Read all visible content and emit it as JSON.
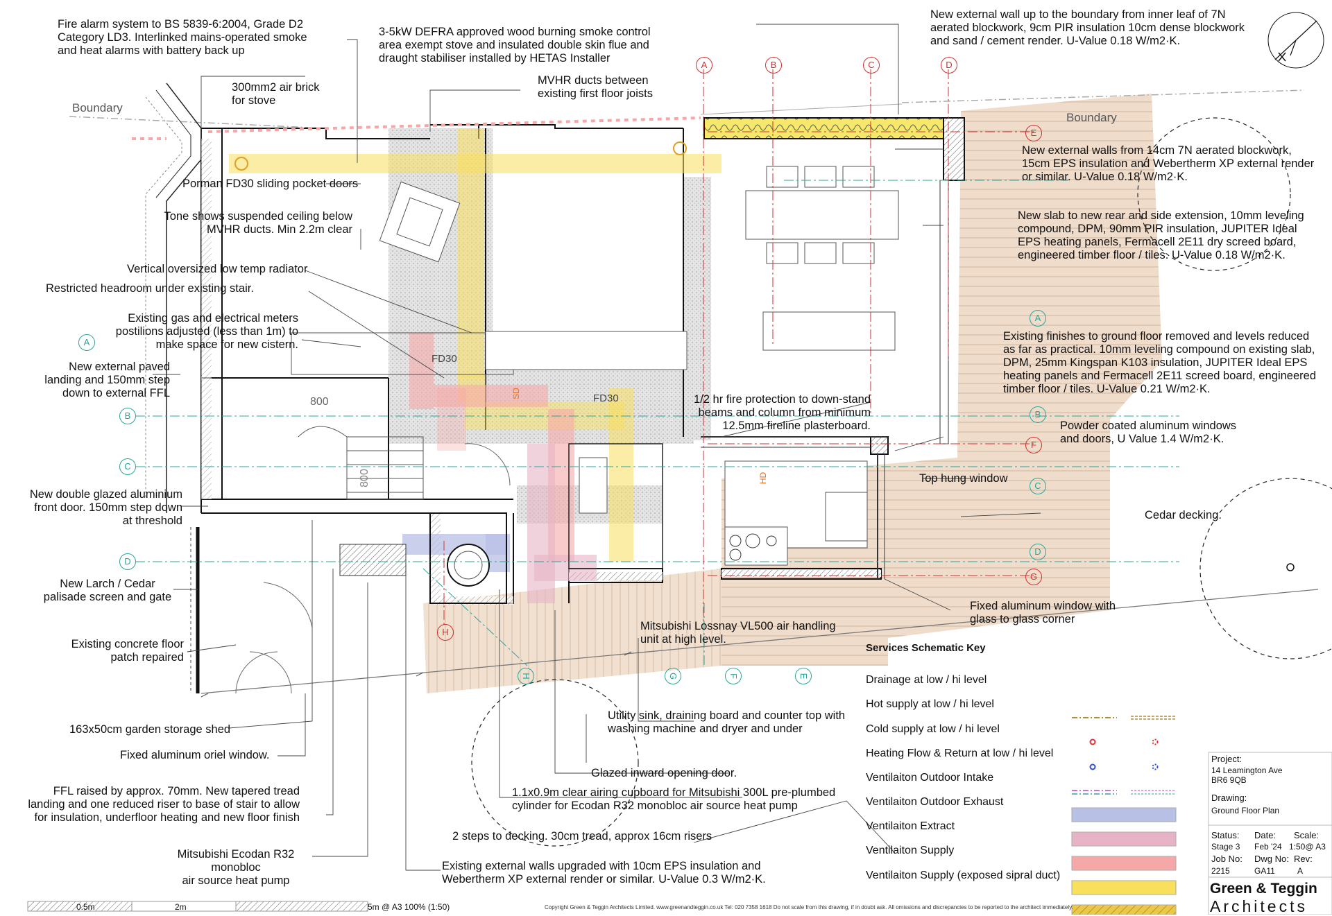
{
  "notes": {
    "fire_alarm": "Fire alarm system to BS 5839-6:2004, Grade D2\nCategory LD3. Interlinked mains-operated smoke\nand heat alarms with battery back up",
    "air_brick": "300mm2 air brick\nfor stove",
    "boundary_left": "Boundary",
    "stove": "3-5kW DEFRA approved wood burning smoke control\narea exempt stove and insulated double skin flue and\ndraught stabiliser installed by HETAS Installer",
    "mvhr_ducts": "MVHR ducts between\nexisting first floor joists",
    "new_external_wall": "New external wall up to the boundary from inner leaf of 7N\naerated blockwork, 9cm PIR insulation 10cm dense blockwork\nand sand / cement render.  U-Value 0.18 W/m2·K.",
    "boundary_right": "Boundary",
    "porman_doors": "Porman FD30 sliding pocket doors",
    "tone_ceiling": "Tone shows suspended ceiling below\nMVHR ducts. Min 2.2m clear",
    "new_walls_eps": "New external walls from 14cm 7N aerated blockwork,\n15cm EPS insulation and Webertherm XP external render\nor similar.  U-Value 0.18 W/m2·K.",
    "new_slab": "New slab to new rear and side extension, 10mm leveling\ncompound, DPM, 90mm PIR insulation, JUPITER Ideal\nEPS heating panels, Fermacell 2E11 dry screed board,\nengineered timber floor / tiles. U-Value 0.18 W/m2·K.",
    "radiator": "Vertical oversized low temp radiator",
    "restricted_headroom": "Restricted headroom under existing stair.",
    "meters": "Existing gas and electrical meters\npostilions adjusted (less than 1m) to\nmake space for new cistern.",
    "existing_finishes": "Existing finishes to ground floor removed and levels reduced\nas far as practical. 10mm leveling compound on existing slab,\nDPM, 25mm Kingspan K103 insulation, JUPITER Ideal EPS\nheating panels and Fermacell 2E11 screed board, engineered\ntimber floor / tiles.  U-Value 0.21 W/m2·K.",
    "paved_landing": "New external paved\nlanding and 150mm step\ndown to external FFL",
    "fire_protection": "1/2 hr fire protection to down-stand\nbeams and column from minimum\n12.5mm fireline plasterboard.",
    "powder_coated": "Powder coated aluminum windows\nand doors, U Value 1.4 W/m2·K.",
    "front_door": "New  double glazed aluminium\nfront door.  150mm step down\nat threshold",
    "top_hung": "Top hung window",
    "cedar_decking": "Cedar decking.",
    "larch_screen": "New Larch / Cedar\npalisade screen and gate",
    "fixed_window_glass": "Fixed aluminum window with\nglass to glass corner",
    "mitsubishi_lossnay": "Mitsubishi Lossnay VL500 air handling\nunit at high level.",
    "concrete_floor": "Existing concrete floor\npatch repaired",
    "utility_sink": "Utility sink, draining board and counter top with\nwashing machine and dryer and under",
    "garden_shed": "163x50cm garden storage shed",
    "oriel_window": "Fixed aluminum oriel window.",
    "glazed_door": "Glazed inward opening door.",
    "ffl_raised": "FFL raised by approx. 70mm. New tapered tread\nlanding and one reduced riser to base of stair to allow\nfor insulation, underfloor heating and new floor finish",
    "airing_cupboard": "1.1x0.9m clear airing cupboard for Mitsubishi 300L pre-plumbed\ncylinder for Ecodan R32 monobloc air source heat pump",
    "steps_decking": "2 steps to decking. 30cm tread, approx 16cm risers",
    "ecodan": "Mitsubishi Ecodan R32 monobloc\nair source heat pump",
    "existing_walls_upgraded": "Existing external walls upgraded with 10cm EPS insulation and\nWebertherm XP external render or similar.  U-Value 0.3 W/m2·K."
  },
  "plan_labels": {
    "fd30_a": "FD30",
    "fd30_b": "FD30",
    "dim_800_h": "800",
    "dim_800_v": "800",
    "sd": "SD",
    "hd": "HD"
  },
  "grid": {
    "top": [
      "A",
      "B",
      "C",
      "D"
    ],
    "right": [
      "E",
      "F",
      "G"
    ],
    "bottom": [
      "H",
      "G",
      "F",
      "E"
    ],
    "green_left": [
      "A",
      "B",
      "C",
      "D"
    ],
    "green_right": [
      "A",
      "B",
      "C",
      "D"
    ],
    "red_left": "H"
  },
  "key": {
    "title": "Services Schematic Key",
    "items": [
      {
        "label": "Drainage at low / hi level",
        "color": "#b08a3a"
      },
      {
        "label": "Hot supply at low / hi level",
        "color": "#e03030"
      },
      {
        "label": "Cold supply at low / hi level",
        "color": "#2a50d0"
      },
      {
        "label": "Heating Flow & Return at low / hi level",
        "color": "#c040c0"
      },
      {
        "label": "Ventilaiton Outdoor Intake",
        "color": "#b8c0e6"
      },
      {
        "label": "Ventilaiton Outdoor Exhaust",
        "color": "#e6b4c6"
      },
      {
        "label": "Ventilaiton Extract",
        "color": "#f6a8a8"
      },
      {
        "label": "Ventilaiton Supply",
        "color": "#f8df5c"
      },
      {
        "label": "Ventilaiton Supply (exposed sipral duct)",
        "color": "#e8c840"
      }
    ]
  },
  "title_block": {
    "project_label": "Project:",
    "project_value": "14 Leamington Ave\nBR6 9QB",
    "drawing_label": "Drawing:",
    "drawing_value": "Ground Floor Plan",
    "status_label": "Status:",
    "status_value": "Stage 3",
    "date_label": "Date:",
    "date_value": "Feb '24",
    "scale_label": "Scale:",
    "scale_value": "1:50@ A3",
    "job_label": "Job No:",
    "job_value": "2215",
    "dwg_label": "Dwg No:",
    "dwg_value": "GA11",
    "rev_label": "Rev:",
    "rev_value": "A",
    "firm_line1": "Green & Teggin",
    "firm_line2": "Architects"
  },
  "scale_bar": {
    "l1": "0.5m",
    "l2": "2m",
    "l3": "5m @ A3 100% (1:50)"
  },
  "footer": "Copyright Green & Teggin Architects Limited.  www.greenandteggin.co.uk  Tel: 020 7358 1618  Do not scale from this drawing, if in doubt ask.  All omissions and discrepancies to be reported to the architect immediately."
}
